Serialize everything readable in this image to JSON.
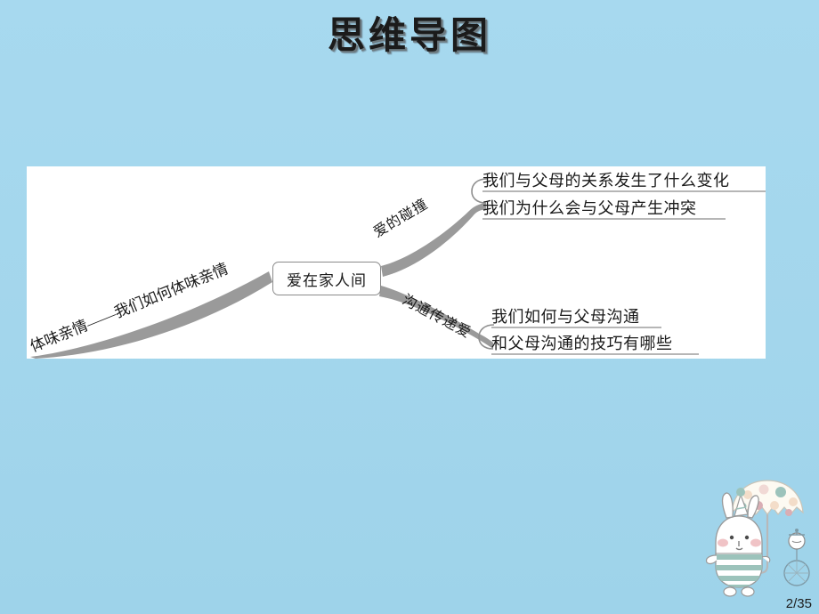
{
  "slide": {
    "title": "思维导图",
    "page_number": "2/35",
    "background_color": "#a5d8ee",
    "panel_color": "#ffffff",
    "branch_color": "#9a9a9a"
  },
  "mindmap": {
    "center": {
      "label": "爱在家人间"
    },
    "branches": [
      {
        "id": "left",
        "label": "体味亲情——我们如何体味亲情",
        "direction": "left",
        "leaves": []
      },
      {
        "id": "top-right",
        "label": "爱的碰撞",
        "direction": "right-up",
        "leaves": [
          "我们与父母的关系发生了什么变化",
          "我们为什么会与父母产生冲突"
        ]
      },
      {
        "id": "bottom-right",
        "label": "沟通传递爱",
        "direction": "right-down",
        "leaves": [
          "我们如何与父母沟通",
          "和父母沟通的技巧有哪些"
        ]
      }
    ]
  },
  "decoration": {
    "name": "rabbit-with-umbrella",
    "umbrella_color": "#fdfaf2",
    "stripe_color": "#9cc3bb",
    "cheek_color": "#f0c3c6"
  }
}
